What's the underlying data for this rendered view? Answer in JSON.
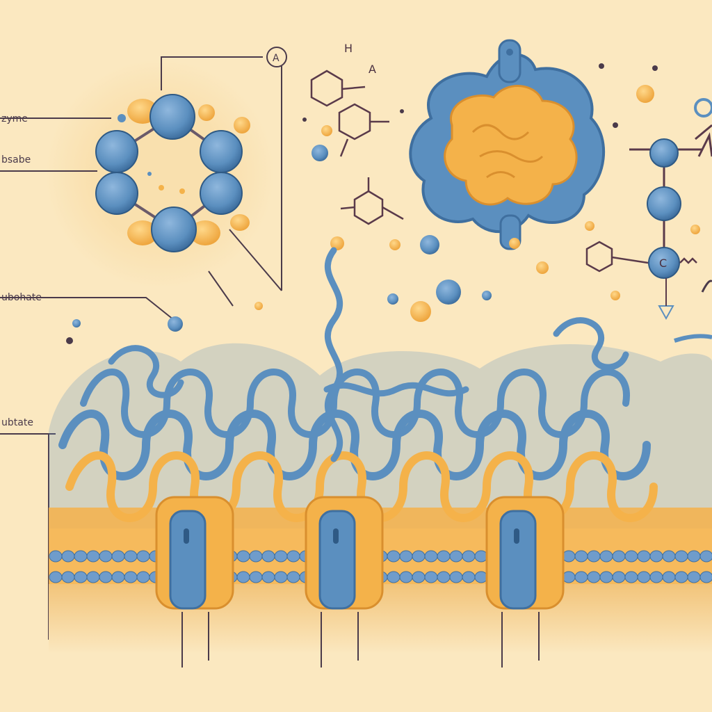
{
  "labels": {
    "enzyme": "zyme",
    "substrate_top": "bsabe",
    "substrate_mid": "ubohate",
    "substrate_low": "ubtate",
    "circle_a": "A",
    "chem_h": "H",
    "chem_a": "A",
    "chem_c": "C"
  },
  "colors": {
    "background": "#fbe8c0",
    "blue": "#5b8fbf",
    "blue_dark": "#3f6f9f",
    "orange": "#f4b24a",
    "line": "#4a3a4a"
  },
  "icons": [
    "hexagon-ring-icon",
    "protein-blob-icon",
    "membrane-channel-icon",
    "benzene-ring-icon"
  ]
}
